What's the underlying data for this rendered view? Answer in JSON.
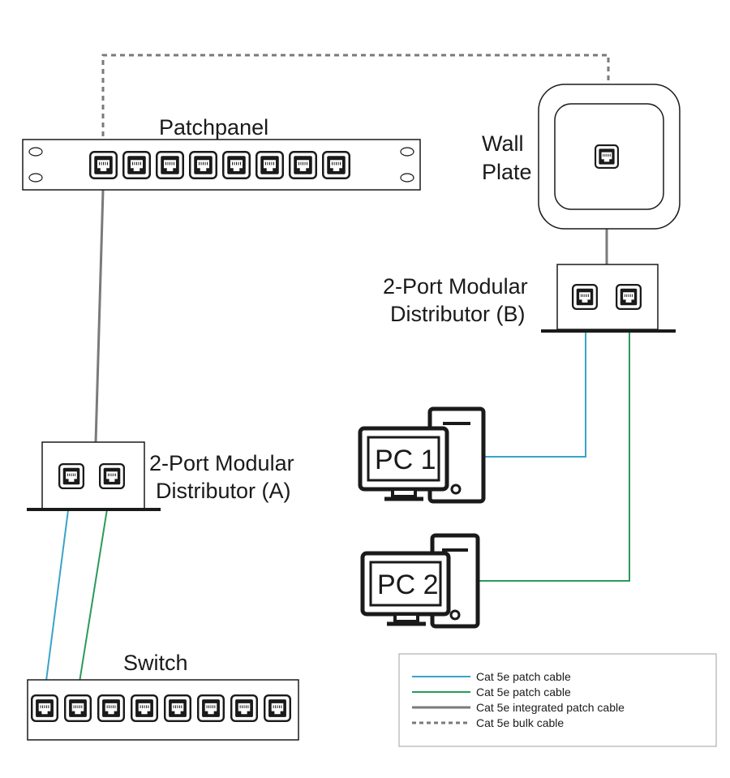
{
  "labels": {
    "patchpanel": "Patchpanel",
    "wall_plate_line1": "Wall",
    "wall_plate_line2": "Plate",
    "distributor_b_line1": "2-Port Modular",
    "distributor_b_line2": "Distributor (B)",
    "distributor_a_line1": "2-Port Modular",
    "distributor_a_line2": "Distributor (A)",
    "pc1": "PC 1",
    "pc2": "PC 2",
    "switch": "Switch"
  },
  "legend": {
    "items": [
      {
        "label": "Cat 5e patch cable",
        "color": "#3aa3c9",
        "style": "solid"
      },
      {
        "label": "Cat 5e patch cable",
        "color": "#2a9a5a",
        "style": "solid"
      },
      {
        "label": "Cat 5e integrated patch cable",
        "color": "#7a7a7a",
        "style": "solid"
      },
      {
        "label": "Cat 5e bulk cable",
        "color": "#7a7a7a",
        "style": "dashed"
      }
    ]
  },
  "colors": {
    "blue_cable": "#3aa3c9",
    "green_cable": "#2a9a5a",
    "gray_cable": "#7a7a7a",
    "outline": "#1a1a1a"
  },
  "devices": {
    "patchpanel_ports": 8,
    "switch_ports": 8
  }
}
